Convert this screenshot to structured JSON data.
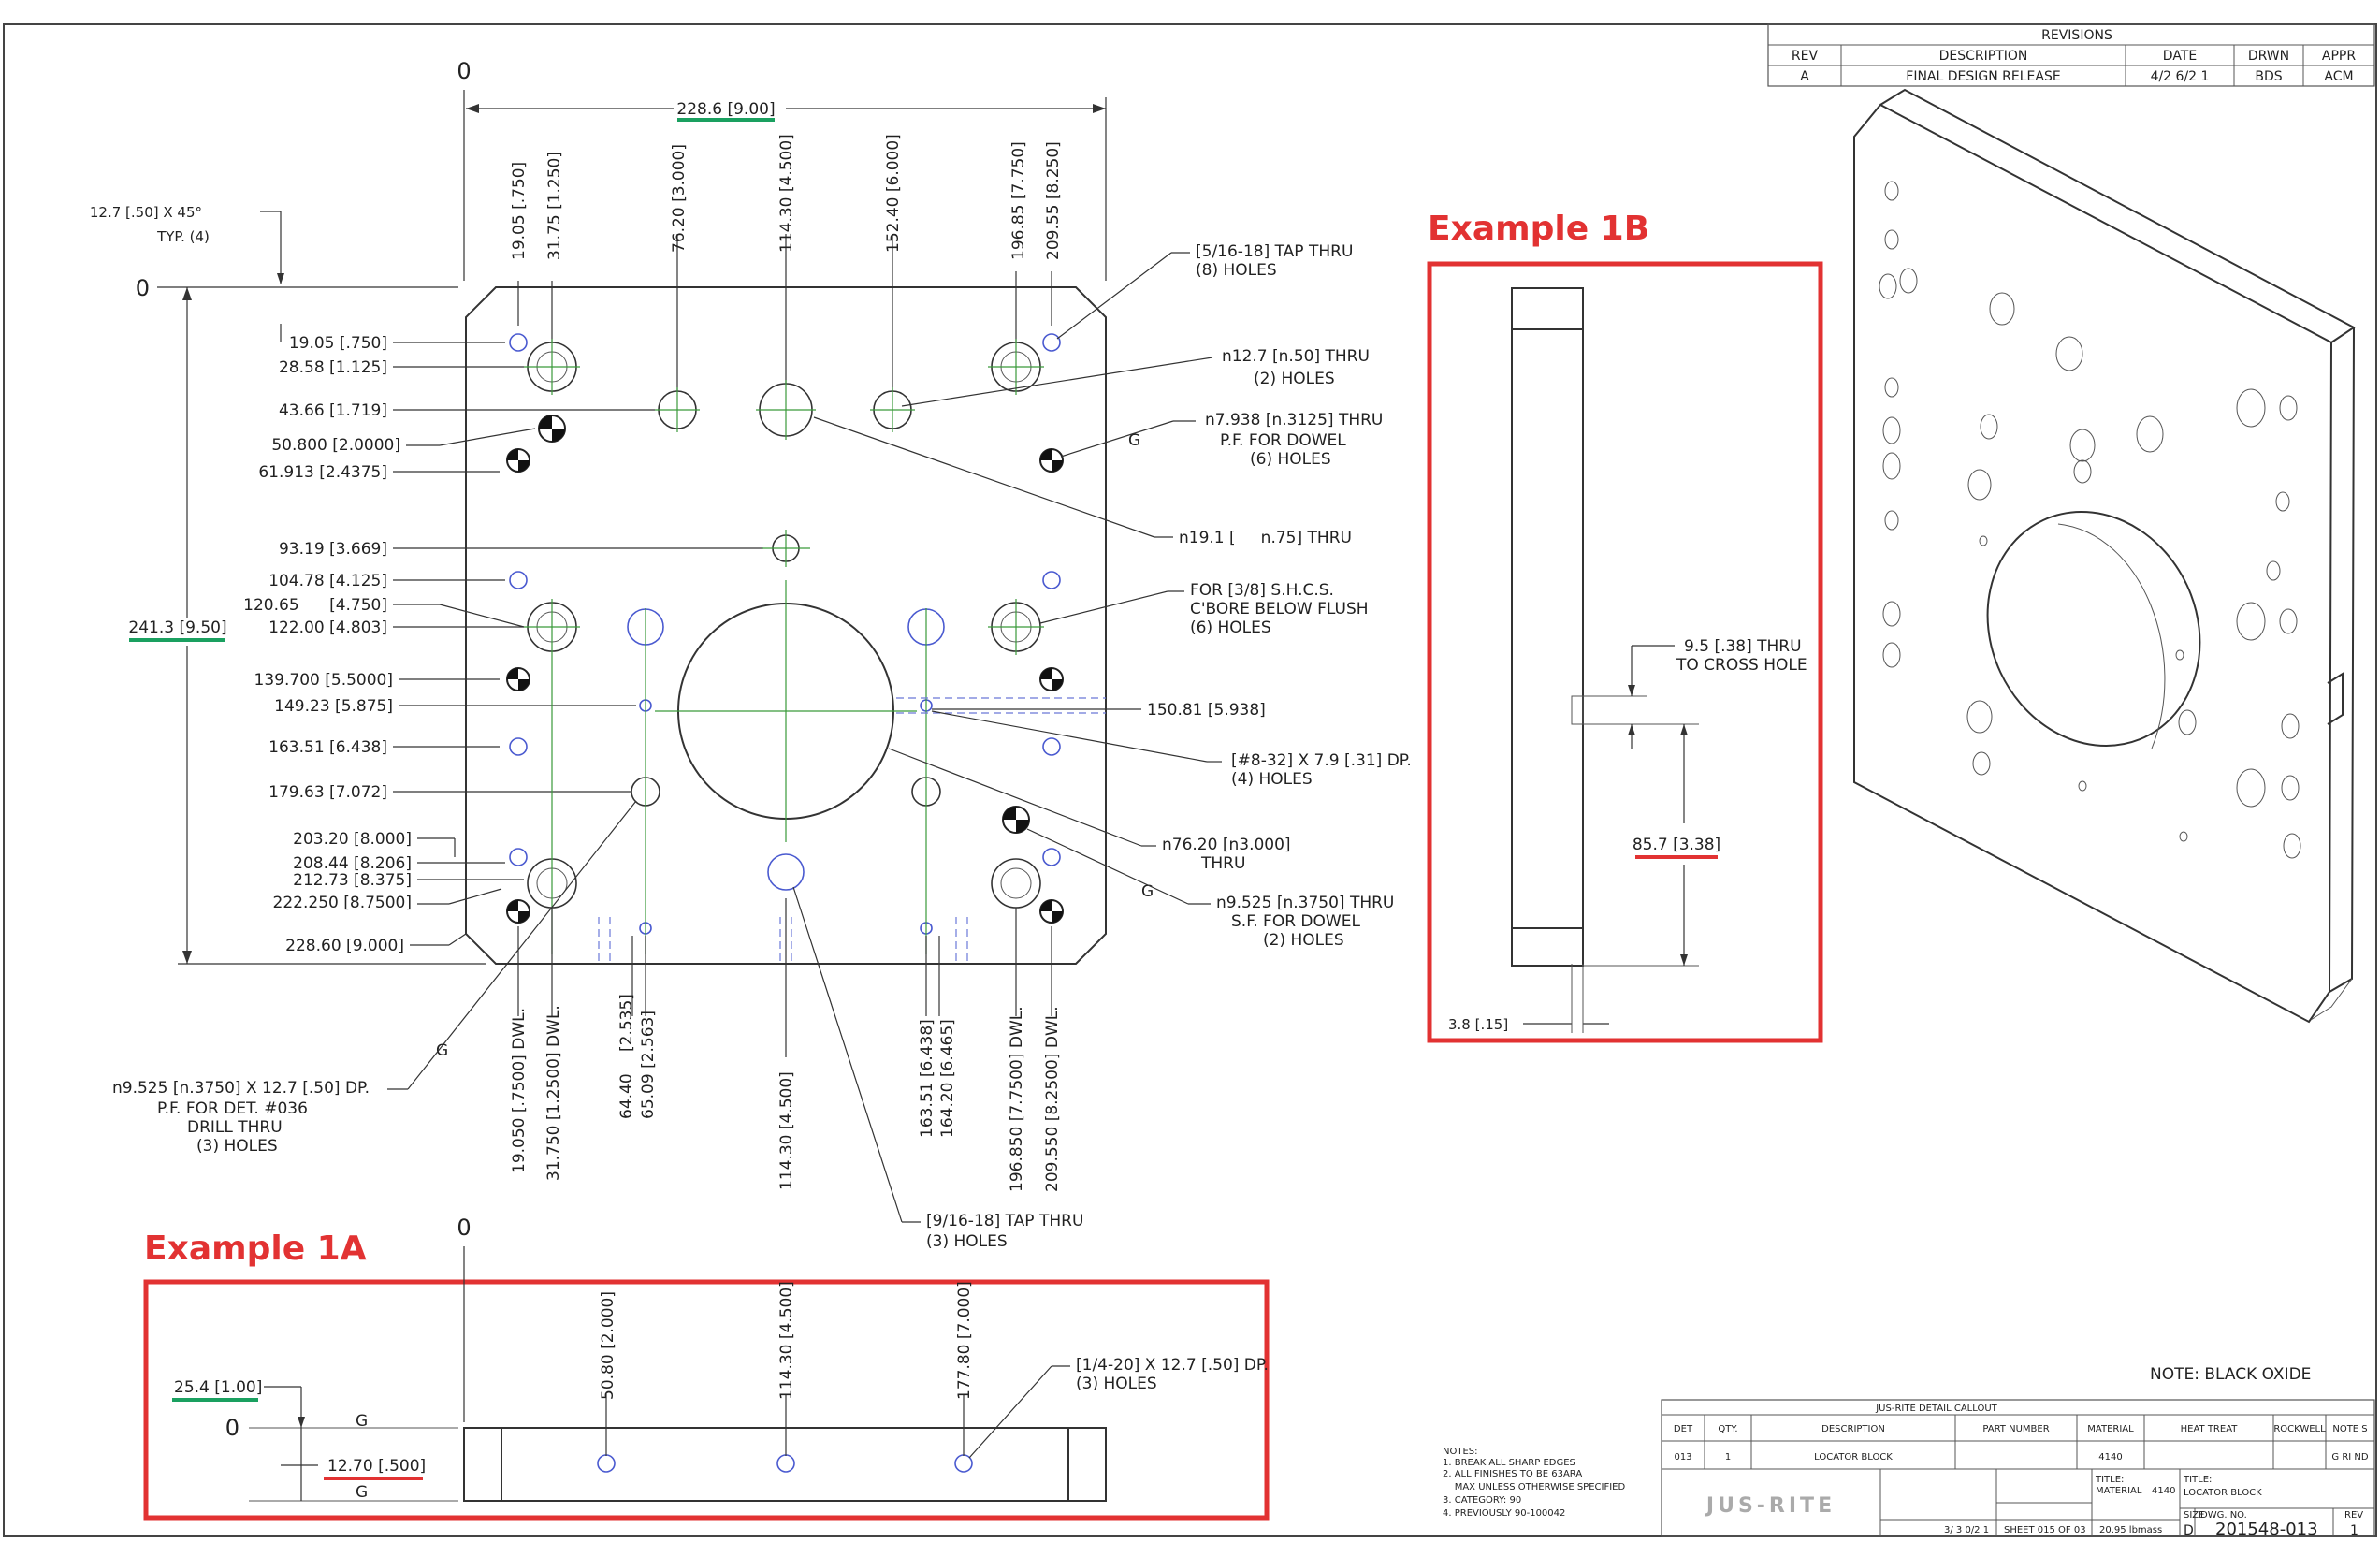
{
  "revisions": {
    "title": "REVISIONS",
    "headers": [
      "REV",
      "DESCRIPTION",
      "DATE",
      "DRWN",
      "APPR"
    ],
    "row": [
      "A",
      "FINAL DESIGN RELEASE",
      "4/2 6/2 1",
      "BDS",
      "ACM"
    ]
  },
  "zero_labels": [
    "0",
    "0",
    "0",
    "0"
  ],
  "overall": {
    "width": "228.6 [9.00]",
    "height": "241.3 [9.50]"
  },
  "top_dims": [
    "19.05 [.750]",
    "31.75 [1.250]",
    "76.20 [3.000]",
    "114.30 [4.500]",
    "152.40 [6.000]",
    "196.85 [7.750]",
    "209.55 [8.250]"
  ],
  "left_dims": [
    "19.05 [.750]",
    "28.58 [1.125]",
    "43.66 [1.719]",
    "50.800 [2.0000]",
    "61.913 [2.4375]",
    "93.19 [3.669]",
    "104.78 [4.125]",
    "120.65      [4.750]",
    "122.00 [4.803]",
    "139.700 [5.5000]",
    "149.23 [5.875]",
    "163.51 [6.438]",
    "179.63 [7.072]",
    "203.20 [8.000]",
    "208.44 [8.206]",
    "212.73 [8.375]",
    "222.250 [8.7500]",
    "228.60 [9.000]"
  ],
  "bottom_dims": [
    "19.050 [.7500] DWL.",
    "31.750 [1.2500] DWL.",
    "64.40",
    "[2.535]",
    "65.09 [2.563]",
    "114.30 [4.500]",
    "163.51 [6.438]",
    "164.20 [6.465]",
    "196.850 [7.7500] DWL.",
    "209.550 [8.2500] DWL."
  ],
  "chamfer_note": [
    "12.7 [.50] X 45°",
    "TYP. (4)"
  ],
  "callouts": {
    "tap_5_16": [
      "[5/16-18] TAP THRU",
      "(8) HOLES"
    ],
    "thru_127": [
      "n12.7 [n.50] THRU",
      "(2) HOLES"
    ],
    "dowel_7938": [
      "n7.938 [n.3125] THRU",
      "P.F. FOR DOWEL",
      "(6) HOLES"
    ],
    "g": "G",
    "thru_191": "n19.1 [     n.75] THRU",
    "cbore": [
      "FOR [3/8] S.H.C.S.",
      "C'BORE BELOW FLUSH",
      "(6) HOLES"
    ],
    "dim_15081": "150.81 [5.938]",
    "tap_8_32": [
      "[#8-32] X 7.9 [.31] DP.",
      "(4) HOLES"
    ],
    "bore_762": [
      "n76.20 [n3.000]",
      "THRU"
    ],
    "dowel_9525": [
      "n9.525 [n.3750] THRU",
      "S.F. FOR DOWEL",
      "(2) HOLES"
    ],
    "det036": [
      "n9.525 [n.3750] X 12.7 [.50] DP.",
      "P.F. FOR DET. #036",
      "DRILL THRU",
      "(3) HOLES"
    ],
    "tap_9_16": [
      "[9/16-18] TAP THRU",
      "(3) HOLES"
    ]
  },
  "example_1a": {
    "label": "Example 1A",
    "dims": [
      "50.80 [2.000]",
      "114.30 [4.500]",
      "177.80 [7.000]"
    ],
    "thickness": "25.4 [1.00]",
    "half": "12.70 [.500]",
    "g_top": "G",
    "g_bottom": "G",
    "tap": [
      "[1/4-20] X 12.7 [.50] DP.",
      "(3) HOLES"
    ]
  },
  "example_1b": {
    "label": "Example 1B",
    "cross_hole": [
      "9.5 [.38] THRU",
      "TO CROSS HOLE"
    ],
    "depth": "85.7 [3.38]",
    "offset": "3.8 [.15]"
  },
  "note_finish": "NOTE: BLACK OXIDE",
  "notes": [
    "NOTES:",
    "1. BREAK ALL SHARP EDGES",
    "2. ALL FINISHES TO BE 63ARA",
    "    MAX UNLESS OTHERWISE SPECIFIED",
    "3. CATEGORY: 90",
    "4. PREVIOUSLY 90-100042"
  ],
  "title_block": {
    "callout_title": "JUS-RITE DETAIL CALLOUT",
    "headers": [
      "DET",
      "QTY.",
      "DESCRIPTION",
      "PART NUMBER",
      "MATERIAL",
      "HEAT TREAT",
      "ROCKWELL",
      "NOTE S"
    ],
    "row": [
      "013",
      "1",
      "LOCATOR BLOCK",
      "",
      "4140",
      "",
      "",
      "G RI ND"
    ],
    "title_label": "TITLE:",
    "title": "LOCATOR BLOCK",
    "material_label": "MATERIAL",
    "material": "4140",
    "size_label": "SIZE",
    "size": "D",
    "dwg_label": "DWG. NO.",
    "dwg_no": "201548-013",
    "rev_label": "REV",
    "rev": "1",
    "date": "3/ 3 0/2 1",
    "sheet": "SHEET 015 OF 03",
    "weight": "20.95 lbmass",
    "logo": "JUS-RITE"
  }
}
